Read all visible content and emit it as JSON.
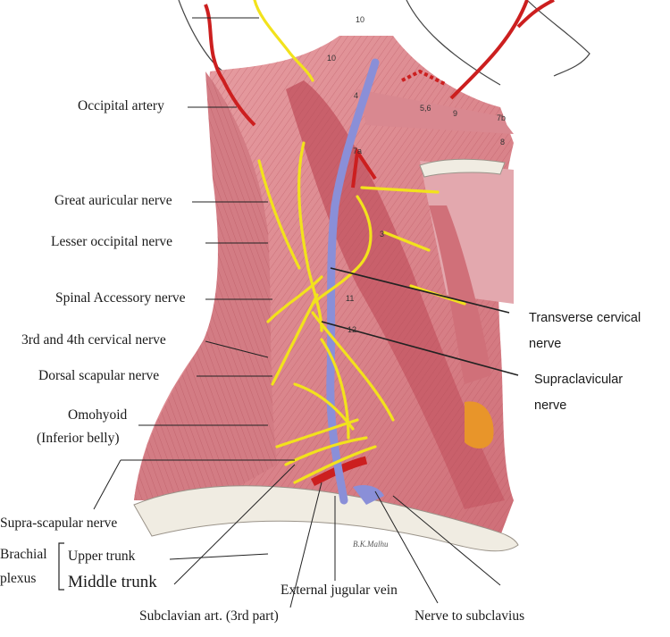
{
  "labels": {
    "occipital_artery": "Occipital artery",
    "great_auricular": "Great auricular nerve",
    "lesser_occipital": "Lesser occipital nerve",
    "spinal_accessory": "Spinal Accessory nerve",
    "cervical_3_4": "3rd and 4th cervical nerve",
    "dorsal_scapular": "Dorsal scapular nerve",
    "omohyoid_line1": "Omohyoid",
    "omohyoid_line2": "(Inferior belly)",
    "supra_scapular": "Supra-scapular nerve",
    "brachial_line1": "Brachial",
    "brachial_line2": "plexus",
    "upper_trunk": "Upper trunk",
    "middle_trunk": "Middle trunk",
    "subclavian": "Subclavian art. (3rd part)",
    "external_jugular": "External jugular vein",
    "nerve_subclavius": "Nerve to subclavius",
    "transverse_cervical_line1": "Transverse cervical",
    "transverse_cervical_line2": "nerve",
    "supraclavicular_line1": "Supraclavicular",
    "supraclavicular_line2": "nerve",
    "signature": "B.K.Malhu"
  },
  "muscle_numbers": [
    "10",
    "4",
    "5,6",
    "9",
    "7a",
    "7b",
    "8",
    "3",
    "11",
    "12"
  ],
  "colors": {
    "muscle": "#d9858c",
    "muscle_dark": "#b5545e",
    "nerve": "#f2e21c",
    "artery": "#cc1f1f",
    "vein": "#8a8fd8",
    "bone": "#f0ece2",
    "fat": "#e8952a"
  }
}
